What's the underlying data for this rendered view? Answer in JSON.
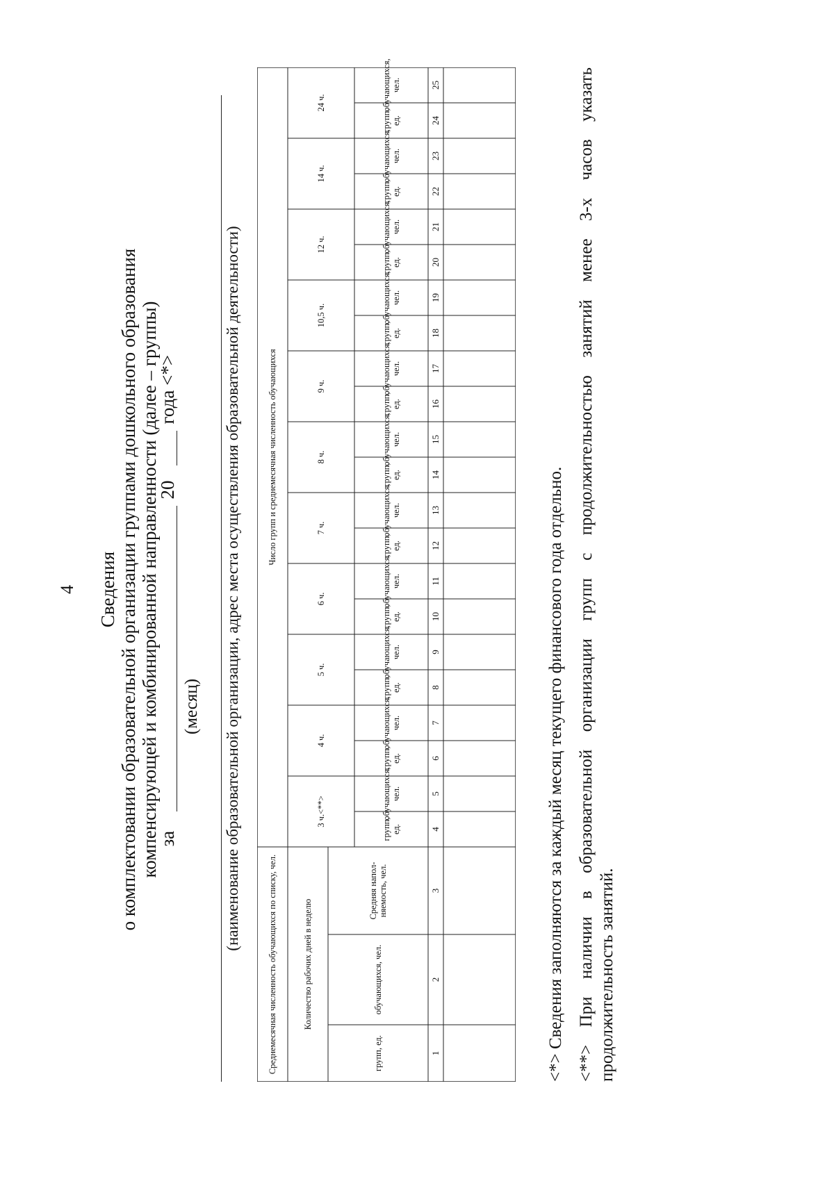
{
  "page_number": "4",
  "title": {
    "line1": "Сведения",
    "line2": "о комплектовании образовательной организации группами дошкольного образования",
    "line3": "компенсирующей и комбинированной направленности (далее – группы)"
  },
  "period": {
    "za_label": "за",
    "year_prefix": "20",
    "year_suffix": "года <*>",
    "month_caption": "(месяц)"
  },
  "org_caption": "(наименование образовательной организации, адрес места осуществления образовательной деятельности)",
  "table": {
    "avg_header": "Среднемесячная численность обучающихся по списку, чел.",
    "workdays_header": "Количество рабочих дней в неделю",
    "col_groups": "групп, ед.",
    "col_students": "обучающихся, чел.",
    "col_avg_fill": "Средняя напол- няемость, чел.",
    "groups_header": "Число групп и среднемесячная численность обучающихся",
    "hours": [
      "3 ч.<**>",
      "4 ч.",
      "5 ч.",
      "6 ч.",
      "7 ч.",
      "8 ч.",
      "9 ч.",
      "10,5 ч.",
      "12 ч.",
      "14 ч.",
      "24 ч."
    ],
    "sub_groups": "групп, ед.",
    "sub_students": "обучающихся, чел.",
    "column_numbers": [
      "1",
      "2",
      "3",
      "4",
      "5",
      "6",
      "7",
      "8",
      "9",
      "10",
      "11",
      "12",
      "13",
      "14",
      "15",
      "16",
      "17",
      "18",
      "19",
      "20",
      "21",
      "22",
      "23",
      "24",
      "25"
    ]
  },
  "notes": {
    "note1": "<*> Сведения заполняются за каждый месяц текущего финансового года отдельно.",
    "note2": "<**> При наличии в образовательной организации групп с продолжительностью занятий менее 3-х часов указать",
    "note2_cont": "продолжительность занятий."
  }
}
